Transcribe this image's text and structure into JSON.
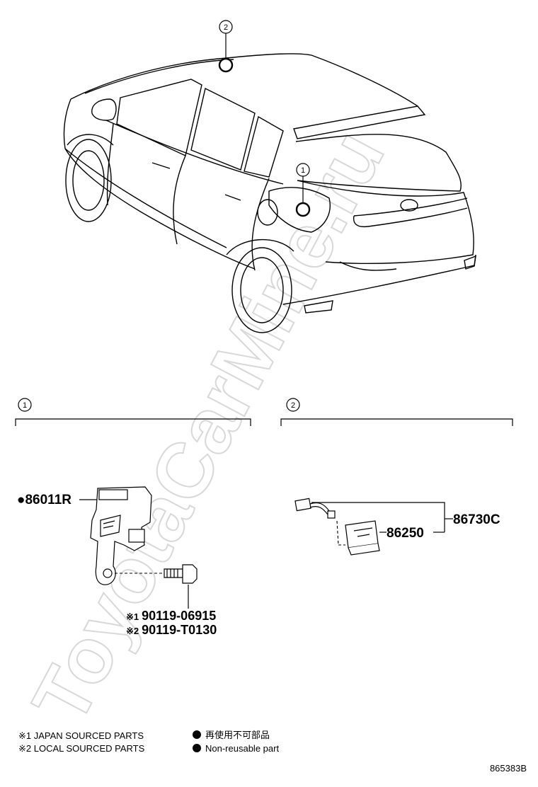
{
  "watermark": "ToyotaCarMine.ru",
  "callouts": [
    {
      "number": "1"
    },
    {
      "number": "2"
    }
  ],
  "section_1": {
    "label": "1",
    "non_reusable_mark": "●",
    "part_sensor": "86011R",
    "notes": [
      {
        "mark": "※1",
        "part": "90119-06915"
      },
      {
        "mark": "※2",
        "part": "90119-T0130"
      }
    ]
  },
  "section_2": {
    "label": "2",
    "part_assembly": "86730C",
    "part_unit": "86250"
  },
  "legend": {
    "japan": "※1 JAPAN SOURCED PARTS",
    "local": "※2 LOCAL SOURCED PARTS",
    "non_reusable_ja": "再使用不可部品",
    "non_reusable_en": "Non-reusable part"
  },
  "ref_code": "865383B"
}
